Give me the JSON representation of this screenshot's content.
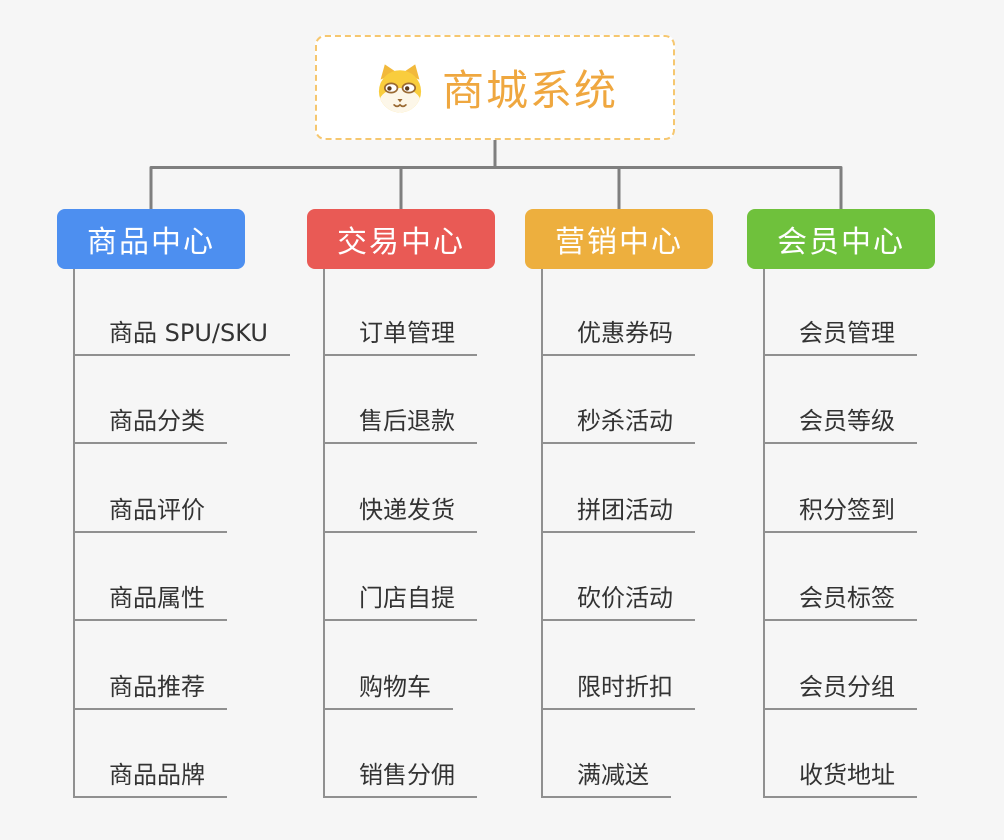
{
  "diagram": {
    "root": {
      "title": "商城系统",
      "icon": "doge-icon",
      "title_color": "#efa73f",
      "border_color": "#f6c76f"
    },
    "branches": [
      {
        "label": "商品中心",
        "color": "#4d8ff0",
        "children": [
          "商品 SPU/SKU",
          "商品分类",
          "商品评价",
          "商品属性",
          "商品推荐",
          "商品品牌"
        ]
      },
      {
        "label": "交易中心",
        "color": "#e95a55",
        "children": [
          "订单管理",
          "售后退款",
          "快递发货",
          "门店自提",
          "购物车",
          "销售分佣"
        ]
      },
      {
        "label": "营销中心",
        "color": "#edaf3e",
        "children": [
          "优惠券码",
          "秒杀活动",
          "拼团活动",
          "砍价活动",
          "限时折扣",
          "满减送"
        ]
      },
      {
        "label": "会员中心",
        "color": "#6fc13c",
        "children": [
          "会员管理",
          "会员等级",
          "积分签到",
          "会员标签",
          "会员分组",
          "收货地址"
        ]
      }
    ],
    "style": {
      "connector_color": "#7f7f7f",
      "underline_color": "#909090",
      "background_color": "#f6f6f6"
    }
  }
}
